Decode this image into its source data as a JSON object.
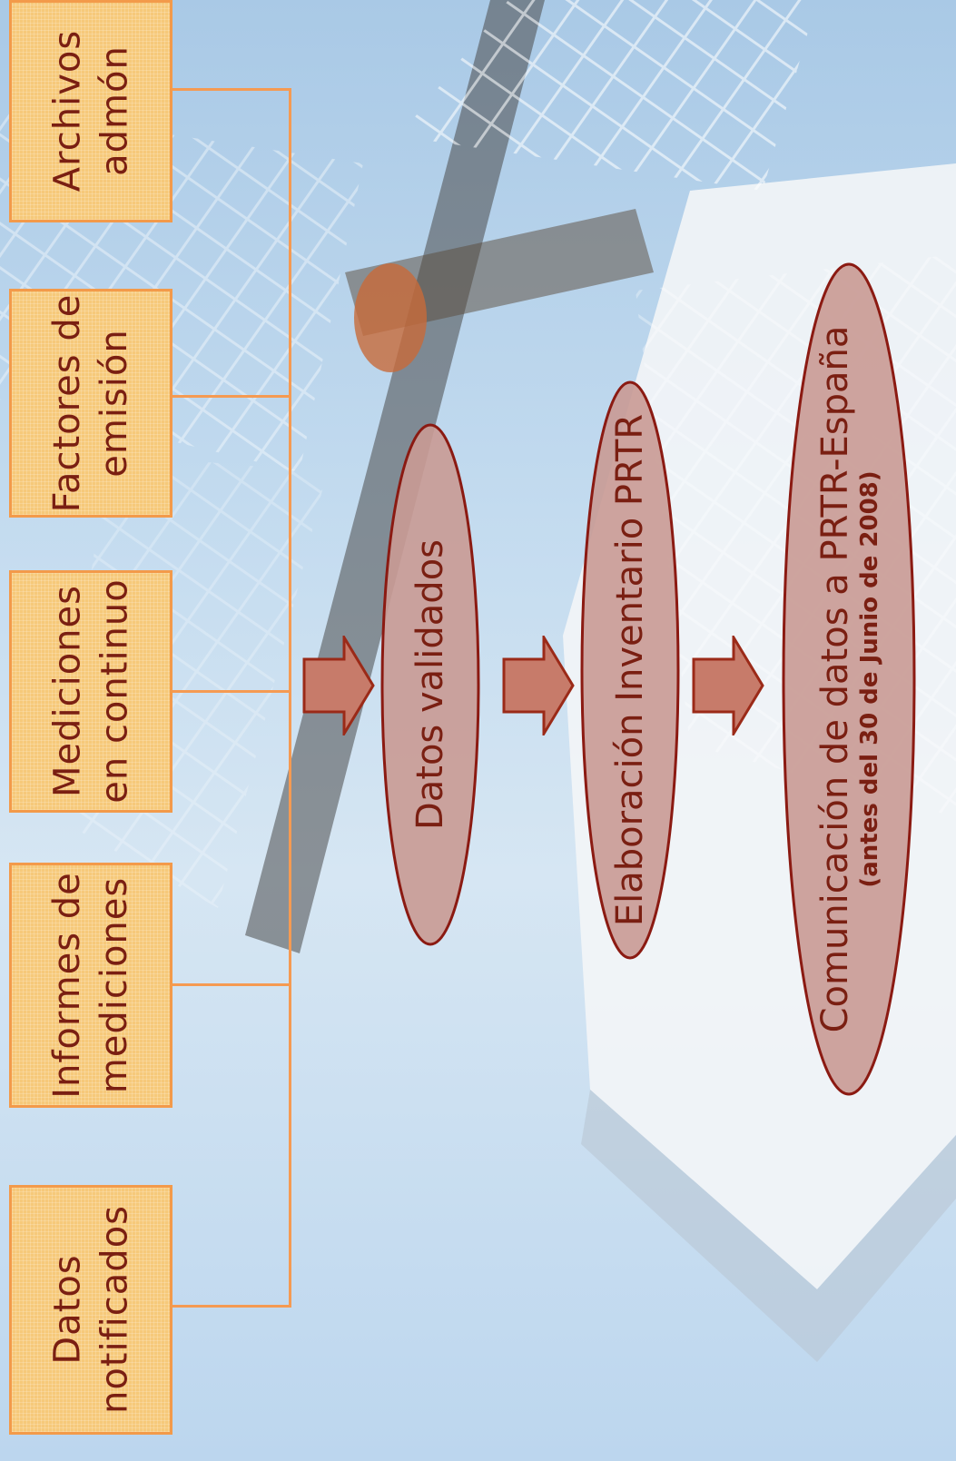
{
  "colors": {
    "box_fill": "#f6c97a",
    "box_border": "#f39a4a",
    "connector": "#f59a52",
    "ellipse_fill": "#c99a94",
    "ellipse_border": "#8b1a12",
    "arrow_fill": "#c77b6a",
    "arrow_border": "#9b2a18",
    "text": "#7a1f12"
  },
  "sources": [
    {
      "line1": "Archivos",
      "line2": "admón"
    },
    {
      "line1": "Factores de",
      "line2": "emisión"
    },
    {
      "line1": "Mediciones",
      "line2": "en continuo"
    },
    {
      "line1": "Informes de",
      "line2": "mediciones"
    },
    {
      "line1": "Datos",
      "line2": "notificados"
    }
  ],
  "steps": {
    "validated": "Datos validados",
    "inventory": "Elaboración Inventario PRTR",
    "communication": "Comunicación de datos a PRTR-España",
    "communication_note": "(antes del 30 de Junio de 2008)"
  },
  "icons": {
    "flow_arrow": "right-arrow-icon"
  }
}
